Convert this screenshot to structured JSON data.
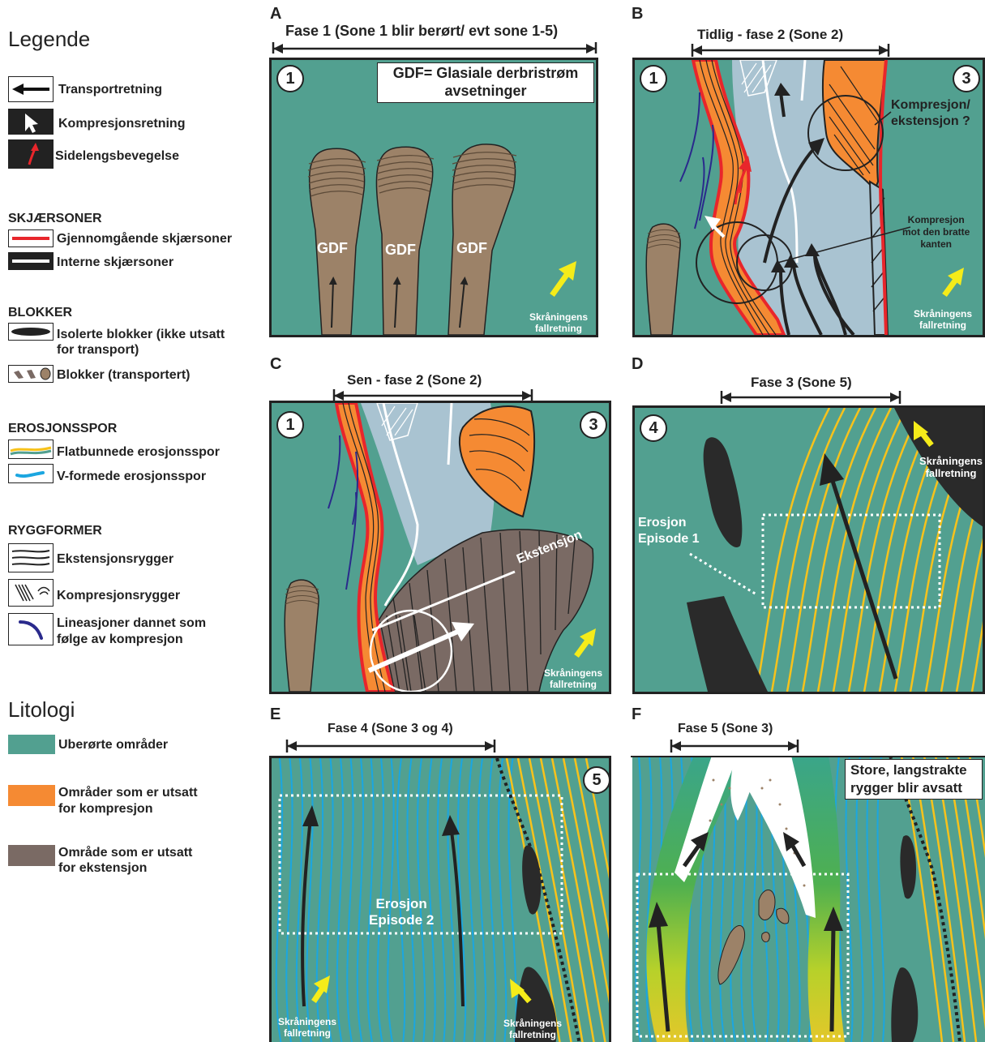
{
  "legend": {
    "title": "Legende",
    "items_arrows": [
      {
        "label": "Transportretning",
        "icon": "transport-arrow-icon"
      },
      {
        "label": "Kompresjonsretning",
        "icon": "compression-arrow-icon"
      },
      {
        "label": "Sidelengsbevegelse",
        "icon": "lateral-movement-icon"
      }
    ],
    "shear": {
      "heading": "SKJÆRSONER",
      "items": [
        {
          "label": "Gjennomgående skjærsoner",
          "color": "#e8262b"
        },
        {
          "label": "Interne skjærsoner",
          "color": "#ffffff"
        }
      ]
    },
    "blocks": {
      "heading": "BLOKKER",
      "items": [
        {
          "label": "Isolerte blokker (ikke utsatt",
          "label2": "for transport)"
        },
        {
          "label": "Blokker (transportert)"
        }
      ]
    },
    "erosion": {
      "heading": "EROSJONSSPOR",
      "items": [
        {
          "label": "Flatbunnede erosjonsspor",
          "color": "#f7c21b"
        },
        {
          "label": "V-formede erosjonsspor",
          "color": "#1ba6e0"
        }
      ]
    },
    "ridges": {
      "heading": "RYGGFORMER",
      "items": [
        {
          "label": "Ekstensjonsrygger"
        },
        {
          "label": "Kompresjonsrygger"
        },
        {
          "label": "Lineasjoner dannet som",
          "label2": "følge av kompresjon",
          "color": "#2a2a8c"
        }
      ]
    },
    "lithology": {
      "heading": "Litologi",
      "items": [
        {
          "label": "Uberørte områder",
          "color": "#52a090"
        },
        {
          "label": "Områder som er utsatt",
          "label2": "for kompresjon",
          "color": "#f58a33"
        },
        {
          "label": "Område som er utsatt",
          "label2": "for ekstensjon",
          "color": "#7a6a64"
        }
      ]
    }
  },
  "panels": {
    "A": {
      "letter": "A",
      "phase": "Fase 1  (Sone 1 blir berørt/ evt sone 1-5)",
      "zone": "1",
      "box_line1": "GDF= Glasiale derbristrøm",
      "box_line2": "avsetninger",
      "gdf": "GDF",
      "slope1": "Skråningens",
      "slope2": "fallretning"
    },
    "B": {
      "letter": "B",
      "phase": "Tidlig - fase 2   (Sone 2)",
      "zone_left": "1",
      "zone_right": "3",
      "komp1": "Kompresjon/",
      "komp2": "ekstensjon ?",
      "kbr1": "Kompresjon",
      "kbr2": "mot den bratte",
      "kbr3": "kanten",
      "slope1": "Skråningens",
      "slope2": "fallretning"
    },
    "C": {
      "letter": "C",
      "phase": "Sen - fase 2   (Sone 2)",
      "zone_left": "1",
      "zone_right": "3",
      "ext": "Ekstensjon",
      "slope1": "Skråningens",
      "slope2": "fallretning"
    },
    "D": {
      "letter": "D",
      "phase": "Fase 3   (Sone 5)",
      "zone": "4",
      "ero1": "Erosjon",
      "ero2": "Episode 1",
      "slope1": "Skråningens",
      "slope2": "fallretning"
    },
    "E": {
      "letter": "E",
      "phase": "Fase 4   (Sone 3 og 4)",
      "zone": "5",
      "ero1": "Erosjon",
      "ero2": "Episode 2",
      "slope1": "Skråningens",
      "slope2": "fallretning",
      "slope3": "Skråningens",
      "slope4": "fallretning"
    },
    "F": {
      "letter": "F",
      "phase": "Fase 5   (Sone 3)",
      "box1": "Store, langstrakte",
      "box2": "rygger blir avsatt"
    }
  },
  "colors": {
    "untouched": "#52a090",
    "compression": "#f58a33",
    "extension": "#7a6a64",
    "gdf": "#9c8268",
    "shear_red": "#e8262b",
    "ice": "#a9c3d1",
    "flat_erosion": "#f7c21b",
    "v_erosion": "#1ba6e0",
    "block": "#2a2a2a",
    "slope_arrow": "#f5ec1a"
  }
}
